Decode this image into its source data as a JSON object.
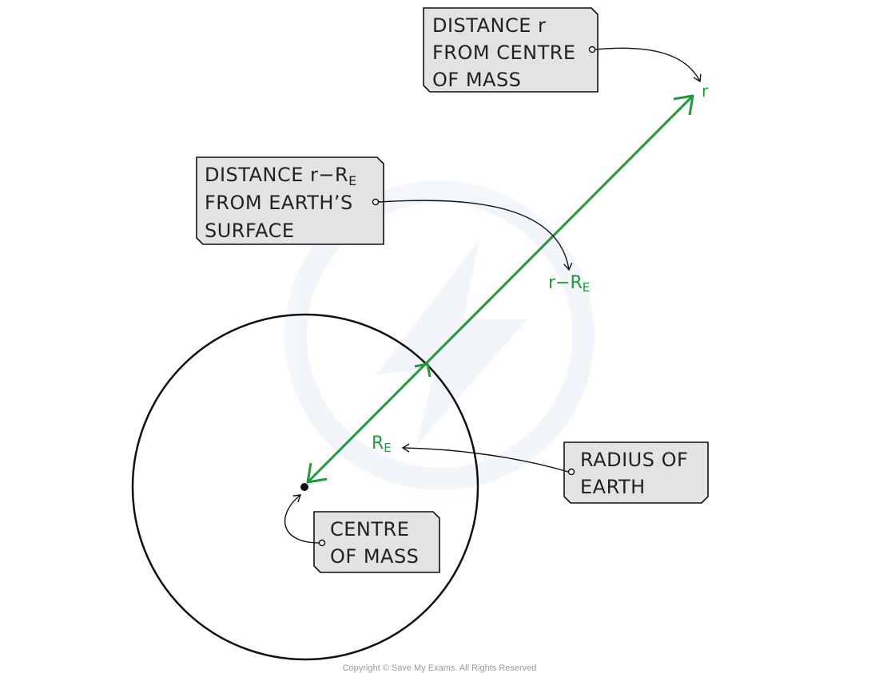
{
  "callouts": {
    "distance_r": [
      "DISTANCE r",
      "FROM CENTRE",
      "OF MASS"
    ],
    "distance_surface": {
      "line1_prefix": "DISTANCE r−R",
      "line1_sub": "E",
      "line2": "FROM EARTH’S",
      "line3": "SURFACE"
    },
    "radius": [
      "RADIUS OF",
      "EARTH"
    ],
    "centre": [
      "CENTRE",
      "OF MASS"
    ]
  },
  "labels": {
    "r": "r",
    "r_minus_re_prefix": "r−R",
    "r_minus_re_sub": "E",
    "re_main": "R",
    "re_sub": "E"
  },
  "footer": {
    "copyright": "Copyright © Save My Exams. All Rights Reserved"
  },
  "colors": {
    "green": "#1f9a3d",
    "callout_fill": "#e3e3e3",
    "outline": "#111111"
  }
}
